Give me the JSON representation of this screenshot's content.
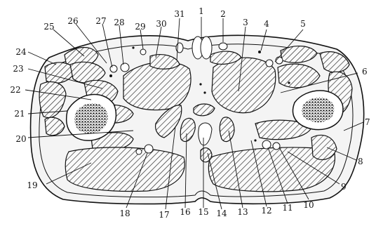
{
  "labels": [
    "1",
    "2",
    "3",
    "4",
    "5",
    "6",
    "7",
    "8",
    "9",
    "10",
    "11",
    "12",
    "13",
    "14",
    "15",
    "16",
    "17",
    "18",
    "19",
    "20",
    "21",
    "22",
    "23",
    "24",
    "25",
    "26",
    "27",
    "28",
    "29",
    "30",
    "31"
  ]
}
